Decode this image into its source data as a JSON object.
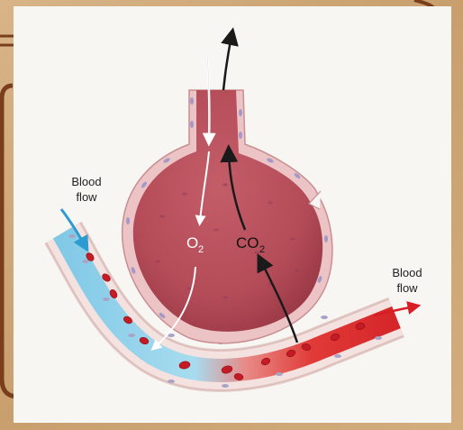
{
  "diagram": {
    "label_blood_flow_in_line1": "Blood",
    "label_blood_flow_in_line2": "flow",
    "label_blood_flow_out_line1": "Blood",
    "label_blood_flow_out_line2": "flow",
    "label_o2_main": "O",
    "label_o2_sub": "2",
    "label_co2_main": "CO",
    "label_co2_sub": "2"
  },
  "colors": {
    "frame_background": "#cda878",
    "frame_border": "#7a3e1c",
    "panel": "#f7f6f3",
    "alveolus_fill": "#b94f5b",
    "alveolus_wall": "#e6b9bd",
    "deoxygenated_blood": "#8fd0ea",
    "oxygenated_blood": "#d8262b",
    "red_blood_cell": "#c41b24",
    "arrow_dark": "#1a1a1a",
    "arrow_white": "#ffffff"
  }
}
